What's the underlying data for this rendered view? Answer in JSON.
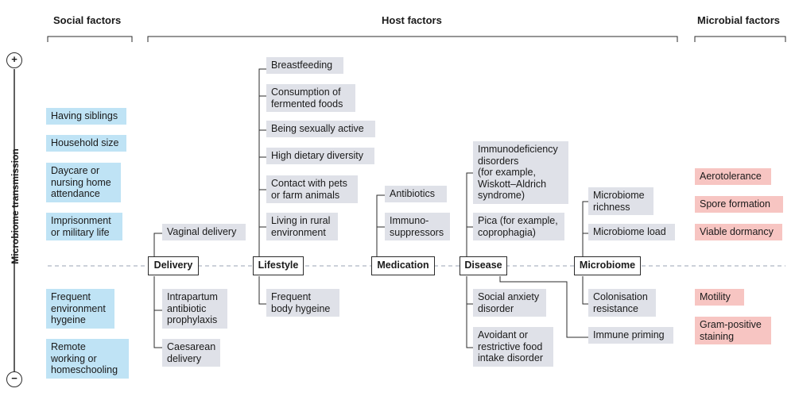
{
  "headers": {
    "social": "Social factors",
    "host": "Host factors",
    "microbial": "Microbial factors"
  },
  "axis": {
    "label": "Microbiome transmission",
    "plus": "+",
    "minus": "−"
  },
  "social": {
    "upper": [
      "Having siblings",
      "Household size",
      "Daycare or\nnursing home\nattendance",
      "Imprisonment\nor military life"
    ],
    "lower": [
      "Frequent\nenvironment\nhygeine",
      "Remote\nworking or\nhomeschooling"
    ]
  },
  "nodes": {
    "delivery": "Delivery",
    "lifestyle": "Lifestyle",
    "medication": "Medication",
    "disease": "Disease",
    "microbiome": "Microbiome"
  },
  "delivery": {
    "upper": [
      "Vaginal delivery"
    ],
    "lower": [
      "Intrapartum\nantibiotic\nprophylaxis",
      "Caesarean\ndelivery"
    ]
  },
  "lifestyle": {
    "upper": [
      "Breastfeeding",
      "Consumption of\nfermented foods",
      "Being sexually active",
      "High dietary diversity",
      "Contact with pets\nor farm animals",
      "Living in rural\nenvironment"
    ],
    "lower": [
      "Frequent\nbody hygeine"
    ]
  },
  "medication": {
    "upper": [
      "Antibiotics",
      "Immuno-\nsuppressors"
    ]
  },
  "disease": {
    "upper": [
      "Immunodeficiency\ndisorders\n(for example,\nWiskott–Aldrich\nsyndrome)",
      "Pica (for example,\ncoprophagia)"
    ],
    "lower": [
      "Social anxiety\ndisorder",
      "Avoidant or\nrestrictive food\nintake disorder"
    ]
  },
  "microbiome": {
    "upper": [
      "Microbiome\nrichness",
      "Microbiome load"
    ],
    "lower": [
      "Colonisation\nresistance",
      "Immune priming"
    ]
  },
  "microbial": {
    "upper": [
      "Aerotolerance",
      "Spore formation",
      "Viable dormancy"
    ],
    "lower": [
      "Motility",
      "Gram-positive\nstaining"
    ]
  },
  "colors": {
    "social": "#bfe3f5",
    "host": "#dfe1e8",
    "microbial": "#f7c5c2"
  }
}
